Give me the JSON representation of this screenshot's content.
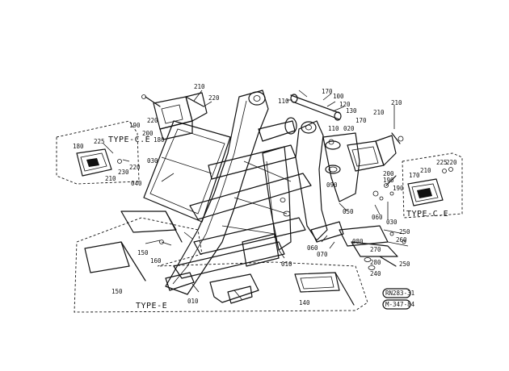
{
  "diagram": {
    "type_labels": {
      "type_ce_left": "TYPE-C.E",
      "type_ce_right": "TYPE-C.E",
      "type_e_bottom": "TYPE-E"
    },
    "stamps": {
      "top": "RN283-31",
      "bottom": "M-347-84"
    },
    "parts": [
      {
        "id": "p010a",
        "label": "010"
      },
      {
        "id": "p010b",
        "label": "010"
      },
      {
        "id": "p020",
        "label": "020"
      },
      {
        "id": "p030",
        "label": "030"
      },
      {
        "id": "p030b",
        "label": "030"
      },
      {
        "id": "p040",
        "label": "040"
      },
      {
        "id": "p050",
        "label": "050"
      },
      {
        "id": "p060a",
        "label": "060"
      },
      {
        "id": "p060b",
        "label": "060"
      },
      {
        "id": "p070",
        "label": "070"
      },
      {
        "id": "p080",
        "label": "080"
      },
      {
        "id": "p090",
        "label": "090"
      },
      {
        "id": "p100",
        "label": "100"
      },
      {
        "id": "p110",
        "label": "110"
      },
      {
        "id": "p110b",
        "label": "110"
      },
      {
        "id": "p120",
        "label": "120"
      },
      {
        "id": "p130",
        "label": "130"
      },
      {
        "id": "p140",
        "label": "140"
      },
      {
        "id": "p150a",
        "label": "150"
      },
      {
        "id": "p150b",
        "label": "150"
      },
      {
        "id": "p160",
        "label": "160"
      },
      {
        "id": "p170",
        "label": "170"
      },
      {
        "id": "p170b",
        "label": "170"
      },
      {
        "id": "p170c",
        "label": "170"
      },
      {
        "id": "p180",
        "label": "180"
      },
      {
        "id": "p180b",
        "label": "180"
      },
      {
        "id": "p190a",
        "label": "190"
      },
      {
        "id": "p190b",
        "label": "190"
      },
      {
        "id": "p190c",
        "label": "190"
      },
      {
        "id": "p200a",
        "label": "200"
      },
      {
        "id": "p200b",
        "label": "200"
      },
      {
        "id": "p210a",
        "label": "210"
      },
      {
        "id": "p210b",
        "label": "210"
      },
      {
        "id": "p210c",
        "label": "210"
      },
      {
        "id": "p210d",
        "label": "210"
      },
      {
        "id": "p210e",
        "label": "210"
      },
      {
        "id": "p220a",
        "label": "220"
      },
      {
        "id": "p220b",
        "label": "220"
      },
      {
        "id": "p220c",
        "label": "220"
      },
      {
        "id": "p220d",
        "label": "220"
      },
      {
        "id": "p225a",
        "label": "225"
      },
      {
        "id": "p225b",
        "label": "225"
      },
      {
        "id": "p230",
        "label": "230"
      },
      {
        "id": "p240",
        "label": "240"
      },
      {
        "id": "p250a",
        "label": "250"
      },
      {
        "id": "p250b",
        "label": "250"
      },
      {
        "id": "p260",
        "label": "260"
      },
      {
        "id": "p270",
        "label": "270"
      },
      {
        "id": "p280",
        "label": "280"
      }
    ]
  }
}
